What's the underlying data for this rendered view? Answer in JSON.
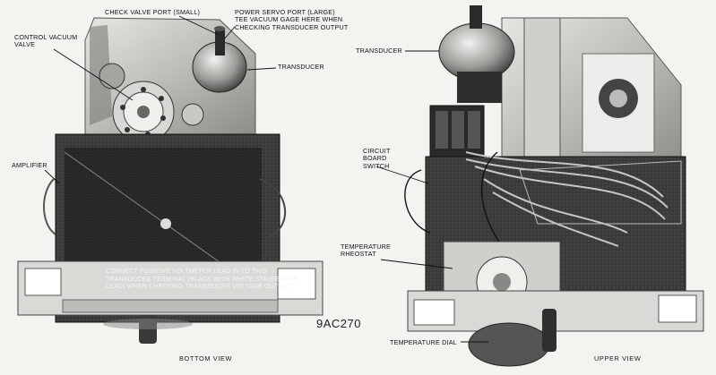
{
  "figure_code": "9AC270",
  "views": {
    "left_caption": "BOTTOM VIEW",
    "right_caption": "UPPER VIEW"
  },
  "labels": {
    "check_valve_port": "CHECK VALVE PORT (SMALL)",
    "power_servo_port": "POWER SERVO PORT (LARGE)\nTEE VACUUM GAGE HERE WHEN\nCHECKING TRANSDUCER OUTPUT",
    "control_vacuum_valve": "CONTROL VACUUM\nVALVE",
    "transducer_left": "TRANSDUCER",
    "amplifier": "AMPLIFIER",
    "voltmeter_note": "CONNECT POSITIVE VOLTMETER LEAD IN TO THIS\nTRANSDUCER TERMINAL (BLACK WITH WHITE STRIPE WIRE\nLEAD) WHEN CHECKING TRANSDUCER VOLTAGE OUTPUT",
    "transducer_right": "TRANSDUCER",
    "circuit_board_switch": "CIRCUIT\nBOARD\nSWITCH",
    "temperature_rheostat": "TEMPERATURE\nRHEOSTAT",
    "temperature_dial": "TEMPERATURE DIAL"
  }
}
